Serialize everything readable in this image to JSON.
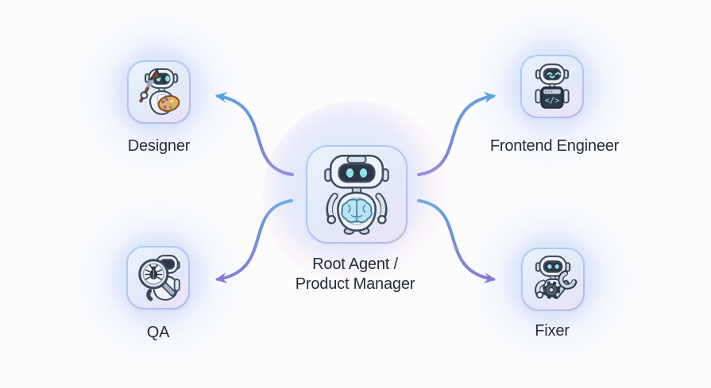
{
  "center": {
    "id": "root",
    "label_line1": "Root Agent /",
    "label_line2": "Product Manager",
    "icon": "robot-with-brain-icon"
  },
  "agents": [
    {
      "id": "designer",
      "label": "Designer",
      "icon": "robot-paintbrush-palette-icon",
      "position": "top-left"
    },
    {
      "id": "frontend-engineer",
      "label": "Frontend Engineer",
      "icon": "robot-code-window-icon",
      "icon_glyph": "</>",
      "position": "top-right"
    },
    {
      "id": "qa",
      "label": "QA",
      "icon": "robot-magnifier-bug-icon",
      "position": "bottom-left"
    },
    {
      "id": "fixer",
      "label": "Fixer",
      "icon": "robot-wrench-gear-icon",
      "position": "bottom-right"
    }
  ],
  "connections": [
    {
      "from": "root",
      "to": "designer"
    },
    {
      "from": "root",
      "to": "frontend-engineer"
    },
    {
      "from": "root",
      "to": "qa"
    },
    {
      "from": "root",
      "to": "fixer"
    }
  ],
  "colors": {
    "arrow_blue": "#58a5e2",
    "arrow_purple": "#8d79d6",
    "text": "#262c39",
    "card_border_blue": "#b3d2f0",
    "card_border_purple": "#bfaee6",
    "card_bg_blue": "#eaf2fc",
    "card_bg_lavender": "#e9e4f6",
    "robot_visor": "#2c3645",
    "robot_eye_cyan": "#8fe0ea",
    "brain_blue": "#b9e2f2",
    "background": "#fcfcfd"
  }
}
